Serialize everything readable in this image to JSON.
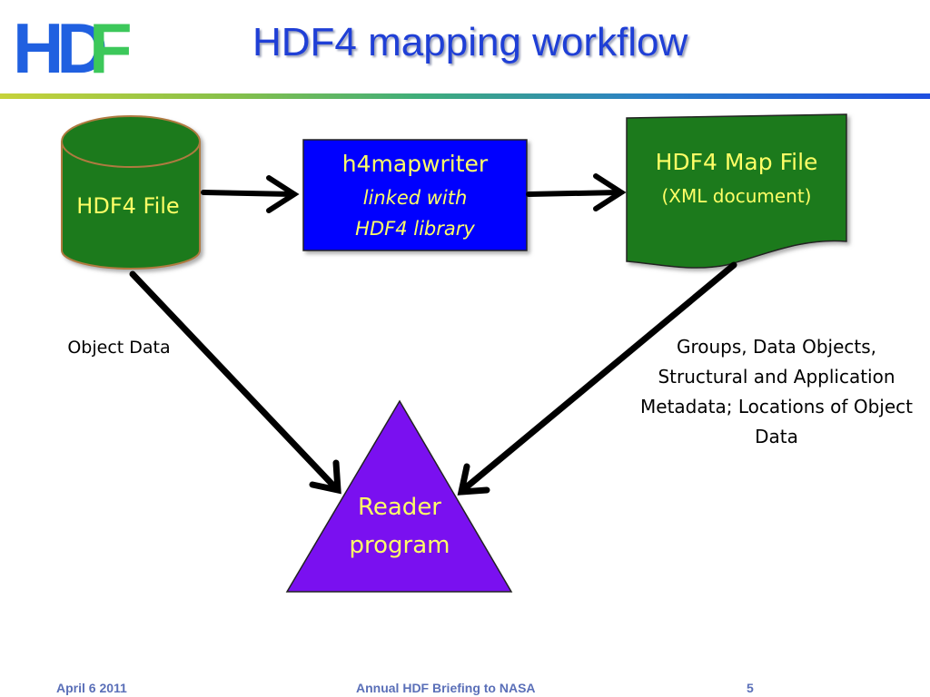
{
  "logo": {
    "text": "HDF",
    "colors": {
      "h": "#2060e0",
      "d": "#2060e0",
      "f": "#3cc85a"
    }
  },
  "title": "HDF4 mapping workflow",
  "colors": {
    "title": "#1f3fd6",
    "green_fill": "#1f7a1f",
    "blue_fill": "#0000ff",
    "purple_fill": "#7a10f0",
    "yellow_text": "#ffff66",
    "arrow": "#000000"
  },
  "nodes": {
    "hdf4_file": {
      "label": "HDF4  File"
    },
    "h4mapwriter": {
      "line1": "h4mapwriter",
      "line2": "linked with",
      "line3": "HDF4 library"
    },
    "map_file": {
      "line1": "HDF4 Map File",
      "line2": "(XML document)"
    },
    "reader": {
      "line1": "Reader",
      "line2": "program"
    }
  },
  "labels": {
    "object_data": "Object Data",
    "metadata": "Groups, Data Objects, Structural and Application Metadata; Locations of Object Data"
  },
  "footer": {
    "date": "April 6 2011",
    "center": "Annual HDF Briefing to NASA",
    "page": "5"
  }
}
